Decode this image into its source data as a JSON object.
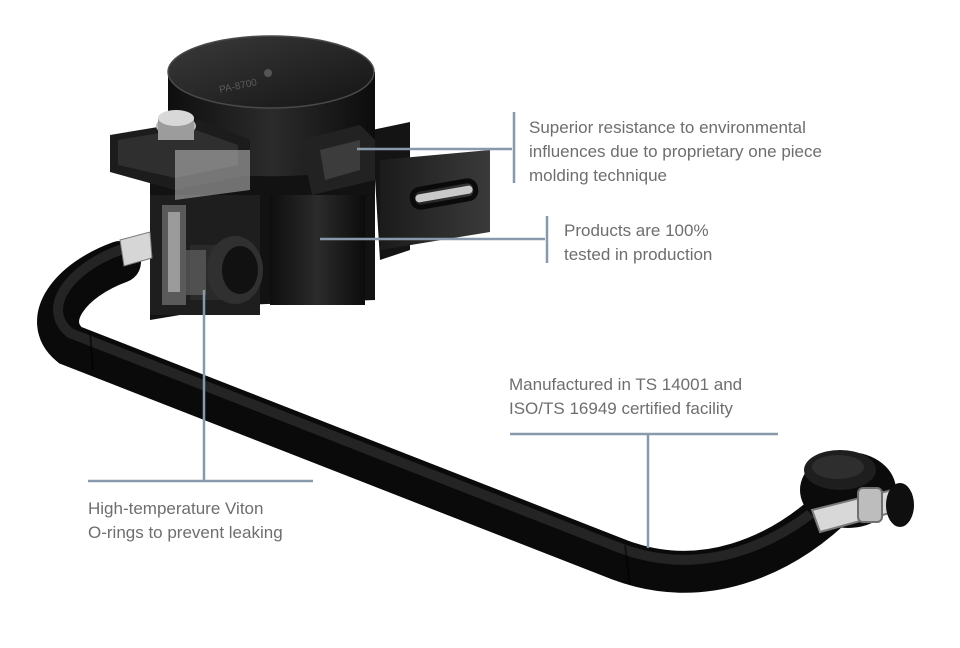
{
  "product_label": "PA-8700",
  "callouts": {
    "resistance": {
      "lines": [
        "Superior resistance to environmental",
        "influences due to proprietary one piece",
        "molding technique"
      ]
    },
    "tested": {
      "lines": [
        "Products are 100%",
        "tested in production"
      ]
    },
    "manufactured": {
      "lines": [
        "Manufactured in TS 14001 and",
        "ISO/TS 16949 certified facility"
      ]
    },
    "orings": {
      "lines": [
        "High-temperature Viton",
        "O-rings to prevent leaking"
      ]
    }
  },
  "colors": {
    "leader_line": "#8799ab",
    "callout_text": "#6e6e6e",
    "body_dark": "#1a1a1a",
    "highlight": "#4a4a4a"
  }
}
